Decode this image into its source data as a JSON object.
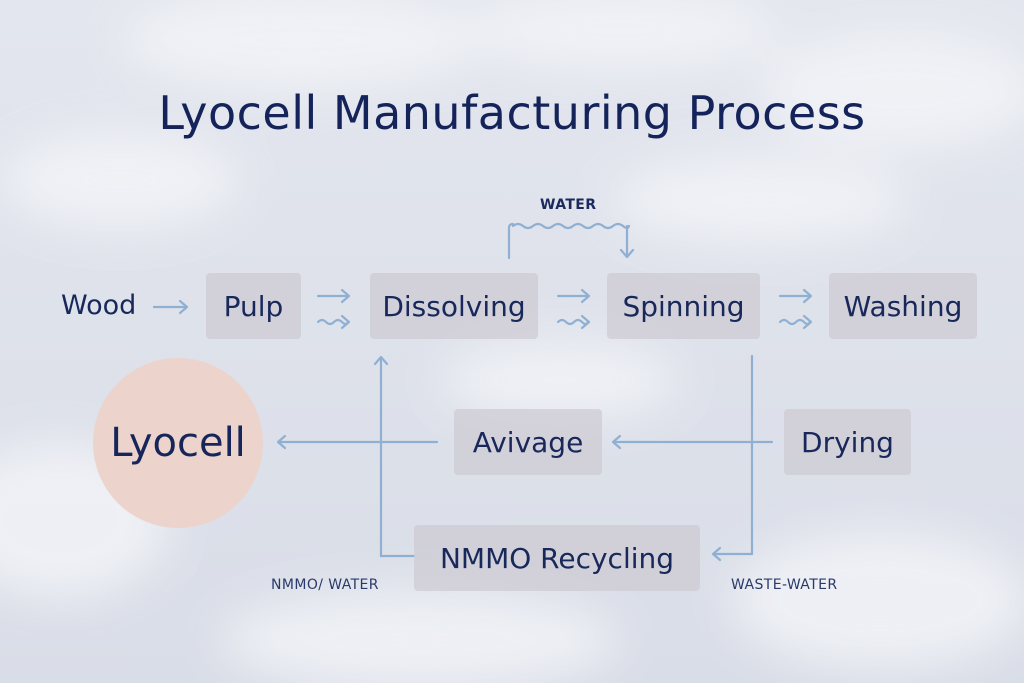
{
  "title": "Lyocell Manufacturing Process",
  "nodes": {
    "wood": "Wood",
    "pulp": "Pulp",
    "dissolving": "Dissolving",
    "spinning": "Spinning",
    "washing": "Washing",
    "drying": "Drying",
    "avivage": "Avivage",
    "nmmo_recycling": "NMMO Recycling",
    "lyocell": "Lyocell"
  },
  "annotations": {
    "water": "WATER",
    "nmmo_water": "NMMO/ WATER",
    "waste_water": "WASTE-WATER"
  },
  "colors": {
    "text": "#16265a",
    "box": "#cdcbd2",
    "circle": "#ecd3cb",
    "arrow": "#8fb0d2",
    "sky": "#dfe3ec"
  }
}
